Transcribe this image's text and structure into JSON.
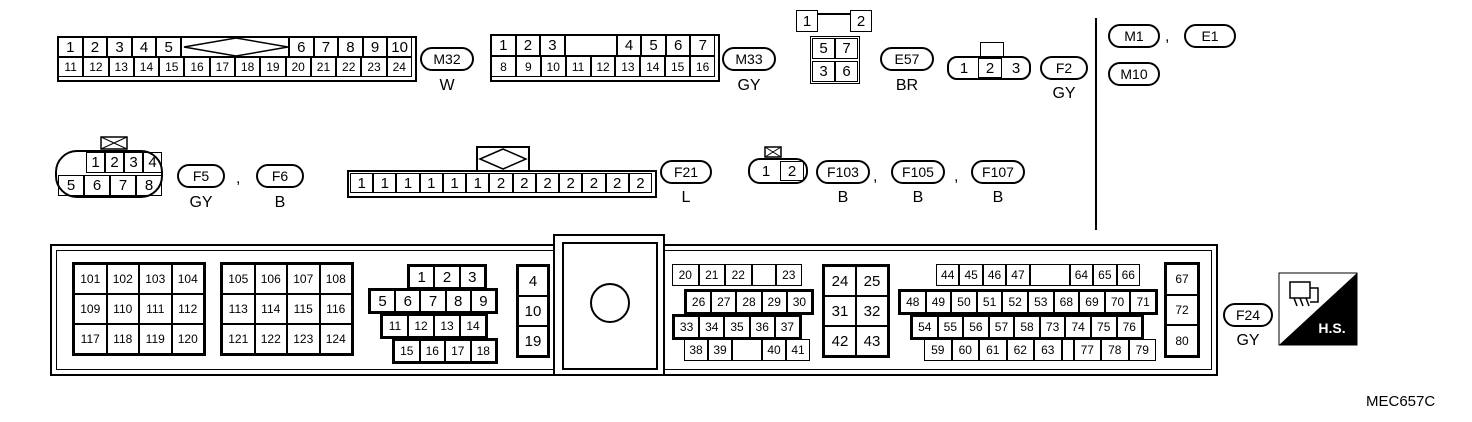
{
  "connectors": {
    "m32": {
      "tag": "M32",
      "color": "W",
      "row1": [
        "1",
        "2",
        "3",
        "4",
        "5",
        "6",
        "7",
        "8",
        "9",
        "10"
      ],
      "row2": [
        "11",
        "12",
        "13",
        "14",
        "15",
        "16",
        "17",
        "18",
        "19",
        "20",
        "21",
        "22",
        "23",
        "24"
      ]
    },
    "m33": {
      "tag": "M33",
      "color": "GY",
      "row1": [
        "1",
        "2",
        "3",
        "4",
        "5",
        "6",
        "7"
      ],
      "row2": [
        "8",
        "9",
        "10",
        "11",
        "12",
        "13",
        "14",
        "15",
        "16"
      ]
    },
    "e57": {
      "tag": "E57",
      "color": "BR",
      "top": [
        "1",
        "2"
      ],
      "mid": [
        "5",
        "7"
      ],
      "bot": [
        "3",
        "6"
      ]
    },
    "f2": {
      "tag": "F2",
      "color": "GY",
      "pins": [
        "1",
        "2",
        "3"
      ]
    },
    "m1": {
      "tag": "M1"
    },
    "e1": {
      "tag": "E1"
    },
    "m10": {
      "tag": "M10"
    },
    "f5f6": {
      "tag_a": "F5",
      "tag_b": "F6",
      "color_a": "GY",
      "color_b": "B",
      "row1": [
        "1",
        "2",
        "3",
        "4"
      ],
      "row2": [
        "5",
        "6",
        "7",
        "8"
      ]
    },
    "f21": {
      "tag": "F21",
      "color": "L",
      "pins": [
        "1",
        "1",
        "1",
        "1",
        "1",
        "1",
        "2",
        "2",
        "2",
        "2",
        "2",
        "2",
        "2"
      ]
    },
    "f103": {
      "tag_a": "F103",
      "tag_b": "F105",
      "tag_c": "F107",
      "color_a": "B",
      "color_b": "B",
      "color_c": "B",
      "pins": [
        "1",
        "2"
      ]
    },
    "f24": {
      "tag": "F24",
      "color": "GY"
    }
  },
  "separator": ",",
  "ecm": {
    "block_a": [
      "101",
      "102",
      "103",
      "104",
      "109",
      "110",
      "111",
      "112",
      "117",
      "118",
      "119",
      "120"
    ],
    "block_b": [
      "105",
      "106",
      "107",
      "108",
      "113",
      "114",
      "115",
      "116",
      "121",
      "122",
      "123",
      "124"
    ],
    "block_c_r1": [
      "1",
      "2",
      "3"
    ],
    "block_c_r2": [
      "5",
      "6",
      "7",
      "8",
      "9"
    ],
    "block_c_r3": [
      "11",
      "12",
      "13",
      "14"
    ],
    "block_c_r4": [
      "15",
      "16",
      "17",
      "18"
    ],
    "block_d": [
      "4",
      "10",
      "19"
    ],
    "block_e_r1": [
      "20",
      "21",
      "22",
      "23"
    ],
    "block_e_r2": [
      "26",
      "27",
      "28",
      "29",
      "30"
    ],
    "block_e_r3": [
      "33",
      "34",
      "35",
      "36",
      "37"
    ],
    "block_e_r4": [
      "38",
      "39",
      "40",
      "41"
    ],
    "block_f": [
      "24",
      "25",
      "31",
      "32",
      "42",
      "43"
    ],
    "block_g_r1": [
      "44",
      "45",
      "46",
      "47",
      "64",
      "65",
      "66"
    ],
    "block_g_r2": [
      "48",
      "49",
      "50",
      "51",
      "52",
      "53",
      "68",
      "69",
      "70",
      "71"
    ],
    "block_g_r3": [
      "54",
      "55",
      "56",
      "57",
      "58",
      "73",
      "74",
      "75",
      "76"
    ],
    "block_g_r4": [
      "59",
      "60",
      "61",
      "62",
      "63",
      "77",
      "78",
      "79"
    ],
    "block_h": [
      "67",
      "72",
      "80"
    ]
  },
  "hs_label": "H.S.",
  "figure_code": "MEC657C"
}
